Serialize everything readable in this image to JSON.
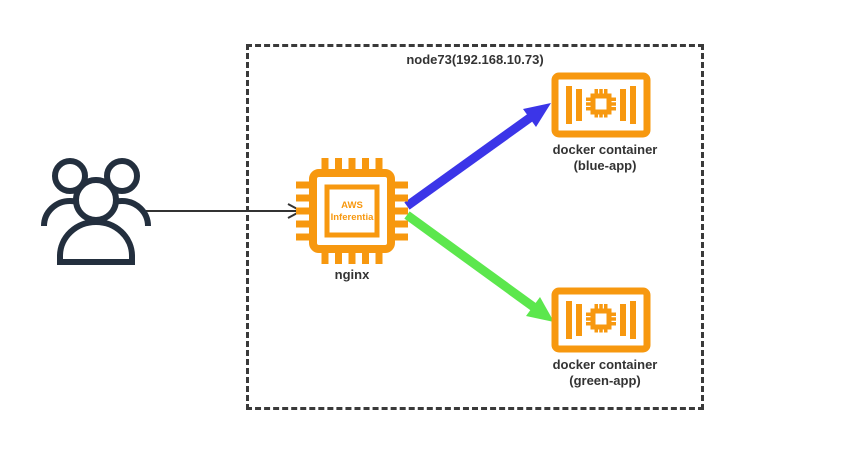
{
  "diagram": {
    "node_box": {
      "title": "node73(192.168.10.73)"
    },
    "users": {
      "icon": "users-group-icon"
    },
    "nginx": {
      "chip_line1": "AWS",
      "chip_line2": "Inferentia",
      "label": "nginx",
      "icon": "aws-inferentia-chip-icon"
    },
    "containers": [
      {
        "icon": "docker-container-icon",
        "label_line1": "docker container",
        "label_line2": "(blue-app)",
        "arrow_color": "#3B35E8"
      },
      {
        "icon": "docker-container-icon",
        "label_line1": "docker container",
        "label_line2": "(green-app)",
        "arrow_color": "#5CE74D"
      }
    ],
    "colors": {
      "orange": "#F7980F",
      "navy": "#232F3E",
      "blue_arrow": "#3B35E8",
      "green_arrow": "#5CE74D",
      "dashed_border": "#3A3A3A",
      "text": "#333333",
      "black_arrow": "#333333"
    }
  }
}
